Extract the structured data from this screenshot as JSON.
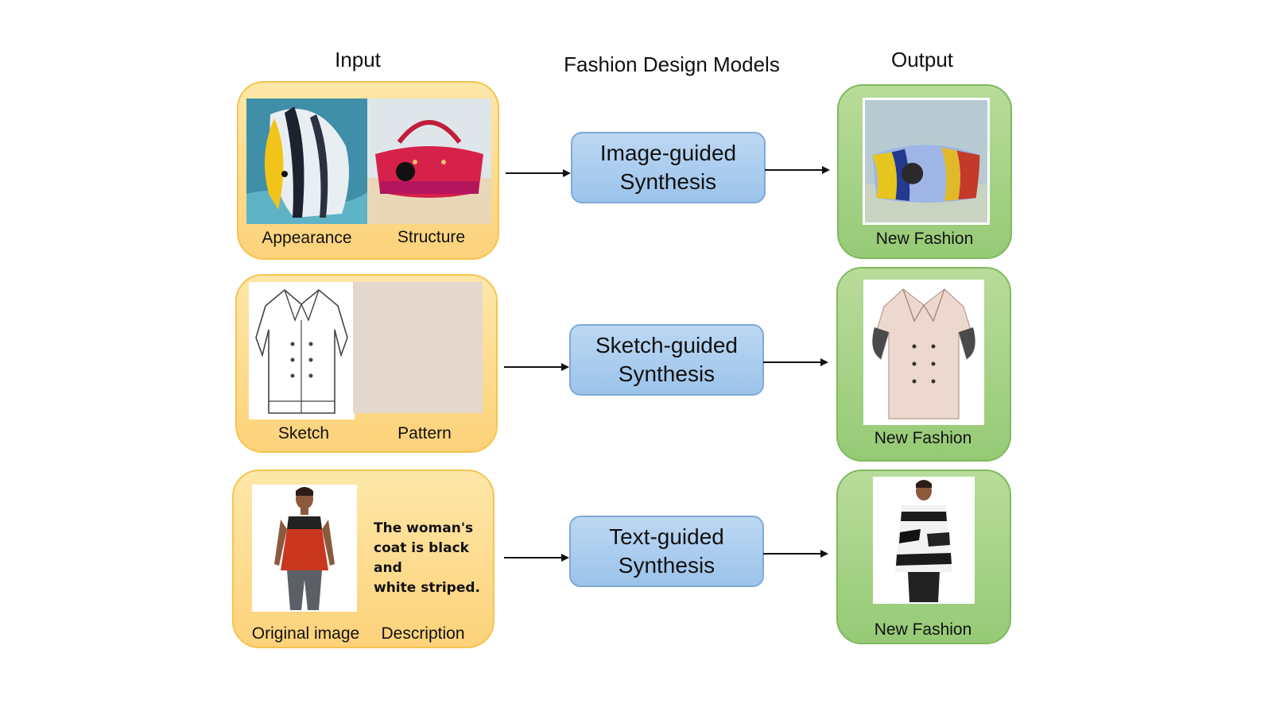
{
  "headers": {
    "input": "Input",
    "models": "Fashion Design Models",
    "output": "Output"
  },
  "rows": [
    {
      "input_labels": [
        "Appearance",
        "Structure"
      ],
      "model": [
        "Image-guided",
        "Synthesis"
      ],
      "output_label": "New Fashion"
    },
    {
      "input_labels": [
        "Sketch",
        "Pattern"
      ],
      "model": [
        "Sketch-guided",
        "Synthesis"
      ],
      "output_label": "New Fashion"
    },
    {
      "input_labels": [
        "Original image",
        "Description"
      ],
      "description_lines": [
        "The woman's",
        "coat is black and",
        "white striped."
      ],
      "model": [
        "Text-guided",
        "Synthesis"
      ],
      "output_label": "New Fashion"
    }
  ],
  "colors": {
    "input_fill": "#fdd27a",
    "output_fill": "#96ca76",
    "model_fill": "#9cc3ea"
  }
}
